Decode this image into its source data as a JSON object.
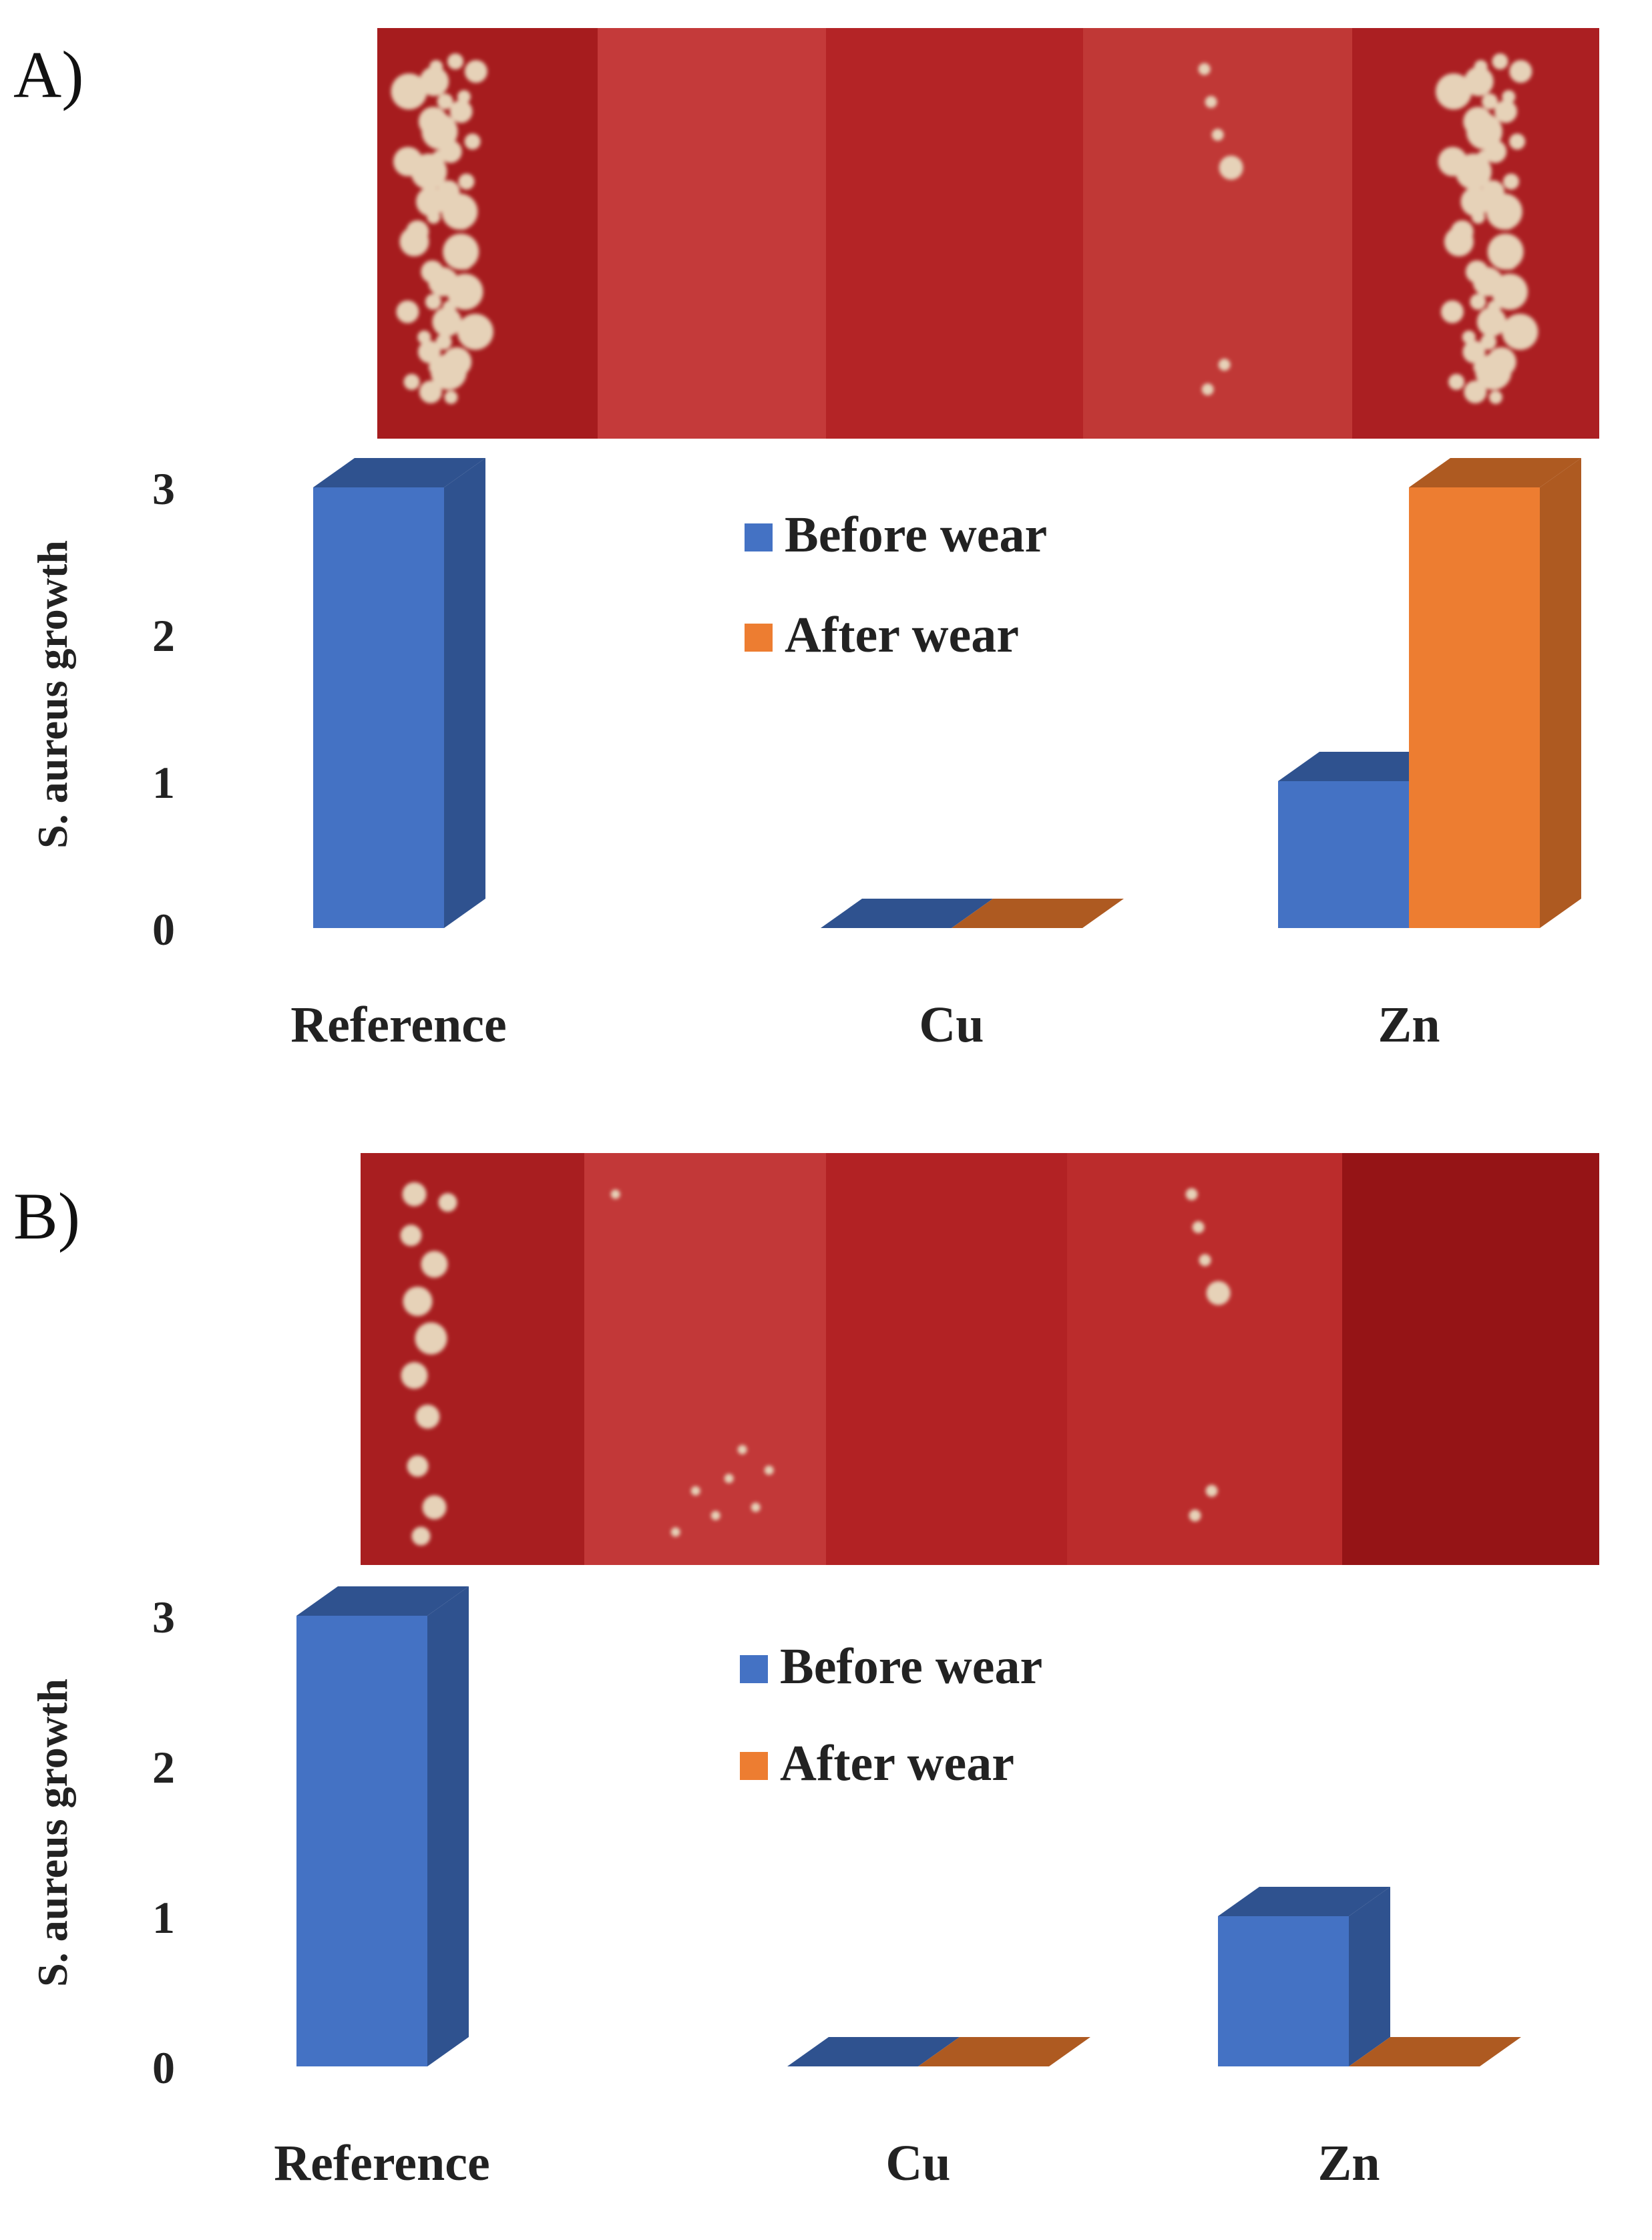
{
  "panels": [
    {
      "label": "A)",
      "photo": {
        "lanes": [
          "#a61c1e",
          "#c43a3a",
          "#b42426",
          "#c03836",
          "#ab1f22"
        ],
        "colonies": [
          {
            "lane": 0,
            "pattern": "dense"
          },
          {
            "lane": 3,
            "pattern": "sparse"
          },
          {
            "lane": 4,
            "pattern": "dense"
          }
        ]
      }
    },
    {
      "label": "B)",
      "photo": {
        "lanes": [
          "#a81e20",
          "#c23838",
          "#b22224",
          "#bb2c2c",
          "#951416"
        ],
        "colonies": [
          {
            "lane": 0,
            "pattern": "blobs"
          },
          {
            "lane": 1,
            "pattern": "faint"
          },
          {
            "lane": 3,
            "pattern": "sparse"
          }
        ]
      }
    }
  ],
  "colors": {
    "before": "#4472c4",
    "before_side": "#2f528f",
    "after": "#ed7d31",
    "after_side": "#ae5a21"
  },
  "chart_data": [
    {
      "type": "bar",
      "categories": [
        "Reference",
        "Cu",
        "Zn"
      ],
      "series": [
        {
          "name": "Before wear",
          "values": [
            3,
            0,
            1
          ]
        },
        {
          "name": "After wear",
          "values": [
            null,
            0,
            3
          ]
        }
      ],
      "ylabel": "S. aureus growth",
      "yticks": [
        0,
        1,
        2,
        3
      ],
      "ylim": [
        0,
        3
      ],
      "legend": "top-center",
      "grid": false
    },
    {
      "type": "bar",
      "categories": [
        "Reference",
        "Cu",
        "Zn"
      ],
      "series": [
        {
          "name": "Before wear",
          "values": [
            3,
            0,
            1
          ]
        },
        {
          "name": "After wear",
          "values": [
            null,
            0,
            0
          ]
        }
      ],
      "ylabel": "S. aureus growth",
      "yticks": [
        0,
        1,
        2,
        3
      ],
      "ylim": [
        0,
        3
      ],
      "legend": "top-center",
      "grid": false
    }
  ]
}
